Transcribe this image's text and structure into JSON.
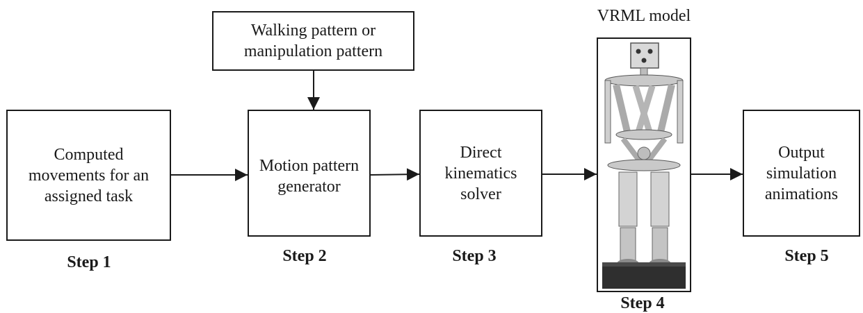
{
  "pattern_box": {
    "text": "Walking pattern or\nmanipulation pattern"
  },
  "boxes": [
    {
      "text": "Computed\nmovements for an\nassigned task"
    },
    {
      "text": "Motion pattern\ngenerator"
    },
    {
      "text": "Direct\nkinematics\nsolver"
    },
    {
      "text": "Output\nsimulation\nanimations"
    }
  ],
  "vrml": {
    "caption": "VRML model"
  },
  "steps": [
    "Step 1",
    "Step 2",
    "Step 3",
    "Step 4",
    "Step 5"
  ],
  "colors": {
    "line": "#1a1a1a",
    "robot_body": "#cfcfcf",
    "robot_dark": "#3a3a3a"
  }
}
